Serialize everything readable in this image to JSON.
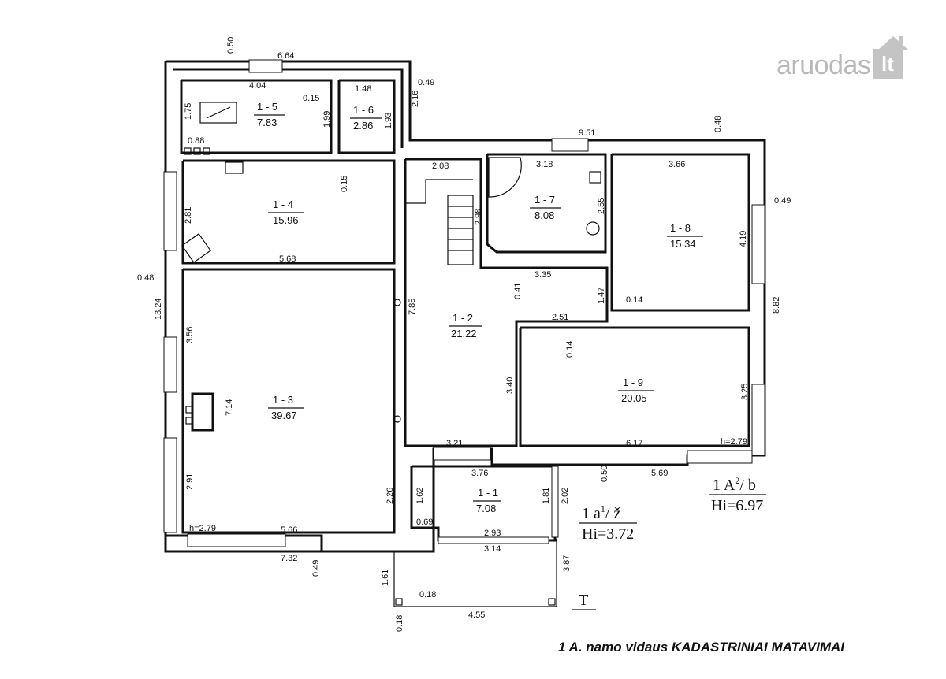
{
  "logo": {
    "text": "aruodas",
    "tld": "lt"
  },
  "caption": "1 A. namo vidaus KADASTRINIAI MATAVIMAI",
  "rooms": [
    {
      "id": "1 - 1",
      "area": "7.08"
    },
    {
      "id": "1 - 2",
      "area": "21.22"
    },
    {
      "id": "1 - 3",
      "area": "39.67"
    },
    {
      "id": "1 - 4",
      "area": "15.96"
    },
    {
      "id": "1 - 5",
      "area": "7.83"
    },
    {
      "id": "1 - 6",
      "area": "2.86"
    },
    {
      "id": "1 - 7",
      "area": "8.08"
    },
    {
      "id": "1 - 8",
      "area": "15.34"
    },
    {
      "id": "1 - 9",
      "area": "20.05"
    }
  ],
  "labels": {
    "main": {
      "code": "1 A",
      "sup": "2",
      "suffix": "/ b",
      "height": "Hi=6.97"
    },
    "annex": {
      "code": "1 a",
      "sup": "1",
      "suffix": "/ ž",
      "height": "Hi=3.72"
    },
    "terrace": "T"
  },
  "dims": [
    "0.50",
    "6.64",
    "4.04",
    "1.48",
    "0.49",
    "1.75",
    "0.15",
    "1.99",
    "2.16",
    "1.93",
    "0.88",
    "9.51",
    "0.48",
    "2.08",
    "3.18",
    "3.66",
    "0.15",
    "2.81",
    "2.98",
    "2.55",
    "0.49",
    "4.19",
    "5.68",
    "0.48",
    "3.35",
    "0.41",
    "1.47",
    "0.14",
    "13.24",
    "7.85",
    "8.82",
    "3.56",
    "2.51",
    "0.14",
    "7.14",
    "3.40",
    "3.25",
    "3.21",
    "6.17",
    "h=2.79",
    "3.76",
    "0.50",
    "5.69",
    "2.91",
    "1.62",
    "1.81",
    "2.02",
    "2.26",
    "h=2.79",
    "5.66",
    "0.69",
    "2.93",
    "3.14",
    "7.32",
    "0.49",
    "3.87",
    "1.61",
    "0.18",
    "4.55",
    "0.18"
  ]
}
